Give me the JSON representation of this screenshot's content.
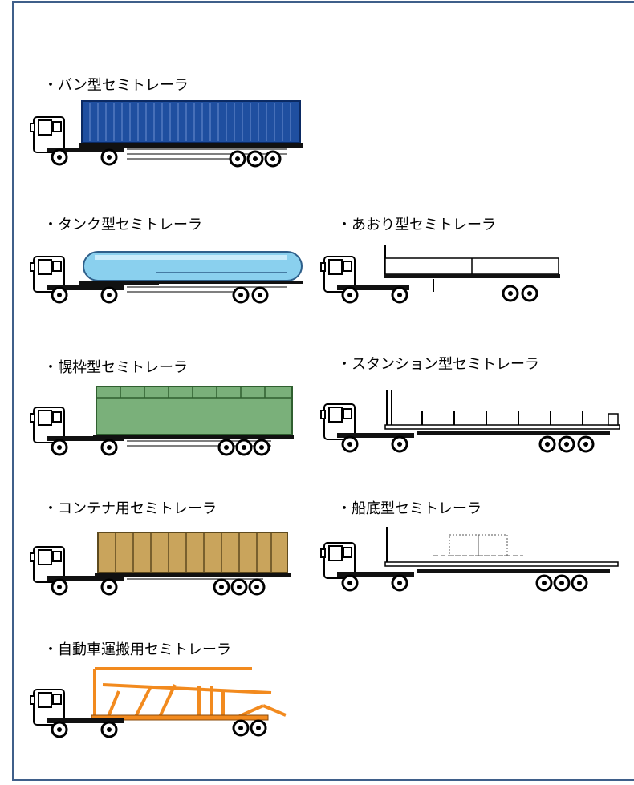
{
  "items": [
    {
      "label": "・バン型セミトレーラ",
      "type": "van",
      "body_color": "#1f4fa0"
    },
    {
      "label": "・タンク型セミトレーラ",
      "type": "tank",
      "body_color": "#8ad0ee"
    },
    {
      "label": "・あおり型セミトレーラ",
      "type": "flatbed",
      "body_color": "#ffffff"
    },
    {
      "label": "・幌枠型セミトレーラ",
      "type": "canvas",
      "body_color": "#7ab07a"
    },
    {
      "label": "・スタンション型セミトレーラ",
      "type": "stanchion",
      "body_color": "#ffffff"
    },
    {
      "label": "・コンテナ用セミトレーラ",
      "type": "container",
      "body_color": "#c9a45c"
    },
    {
      "label": "・船底型セミトレーラ",
      "type": "lowbed",
      "body_color": "#ffffff"
    },
    {
      "label": "・自動車運搬用セミトレーラ",
      "type": "carcarrier",
      "body_color": "#f28a1e"
    }
  ]
}
